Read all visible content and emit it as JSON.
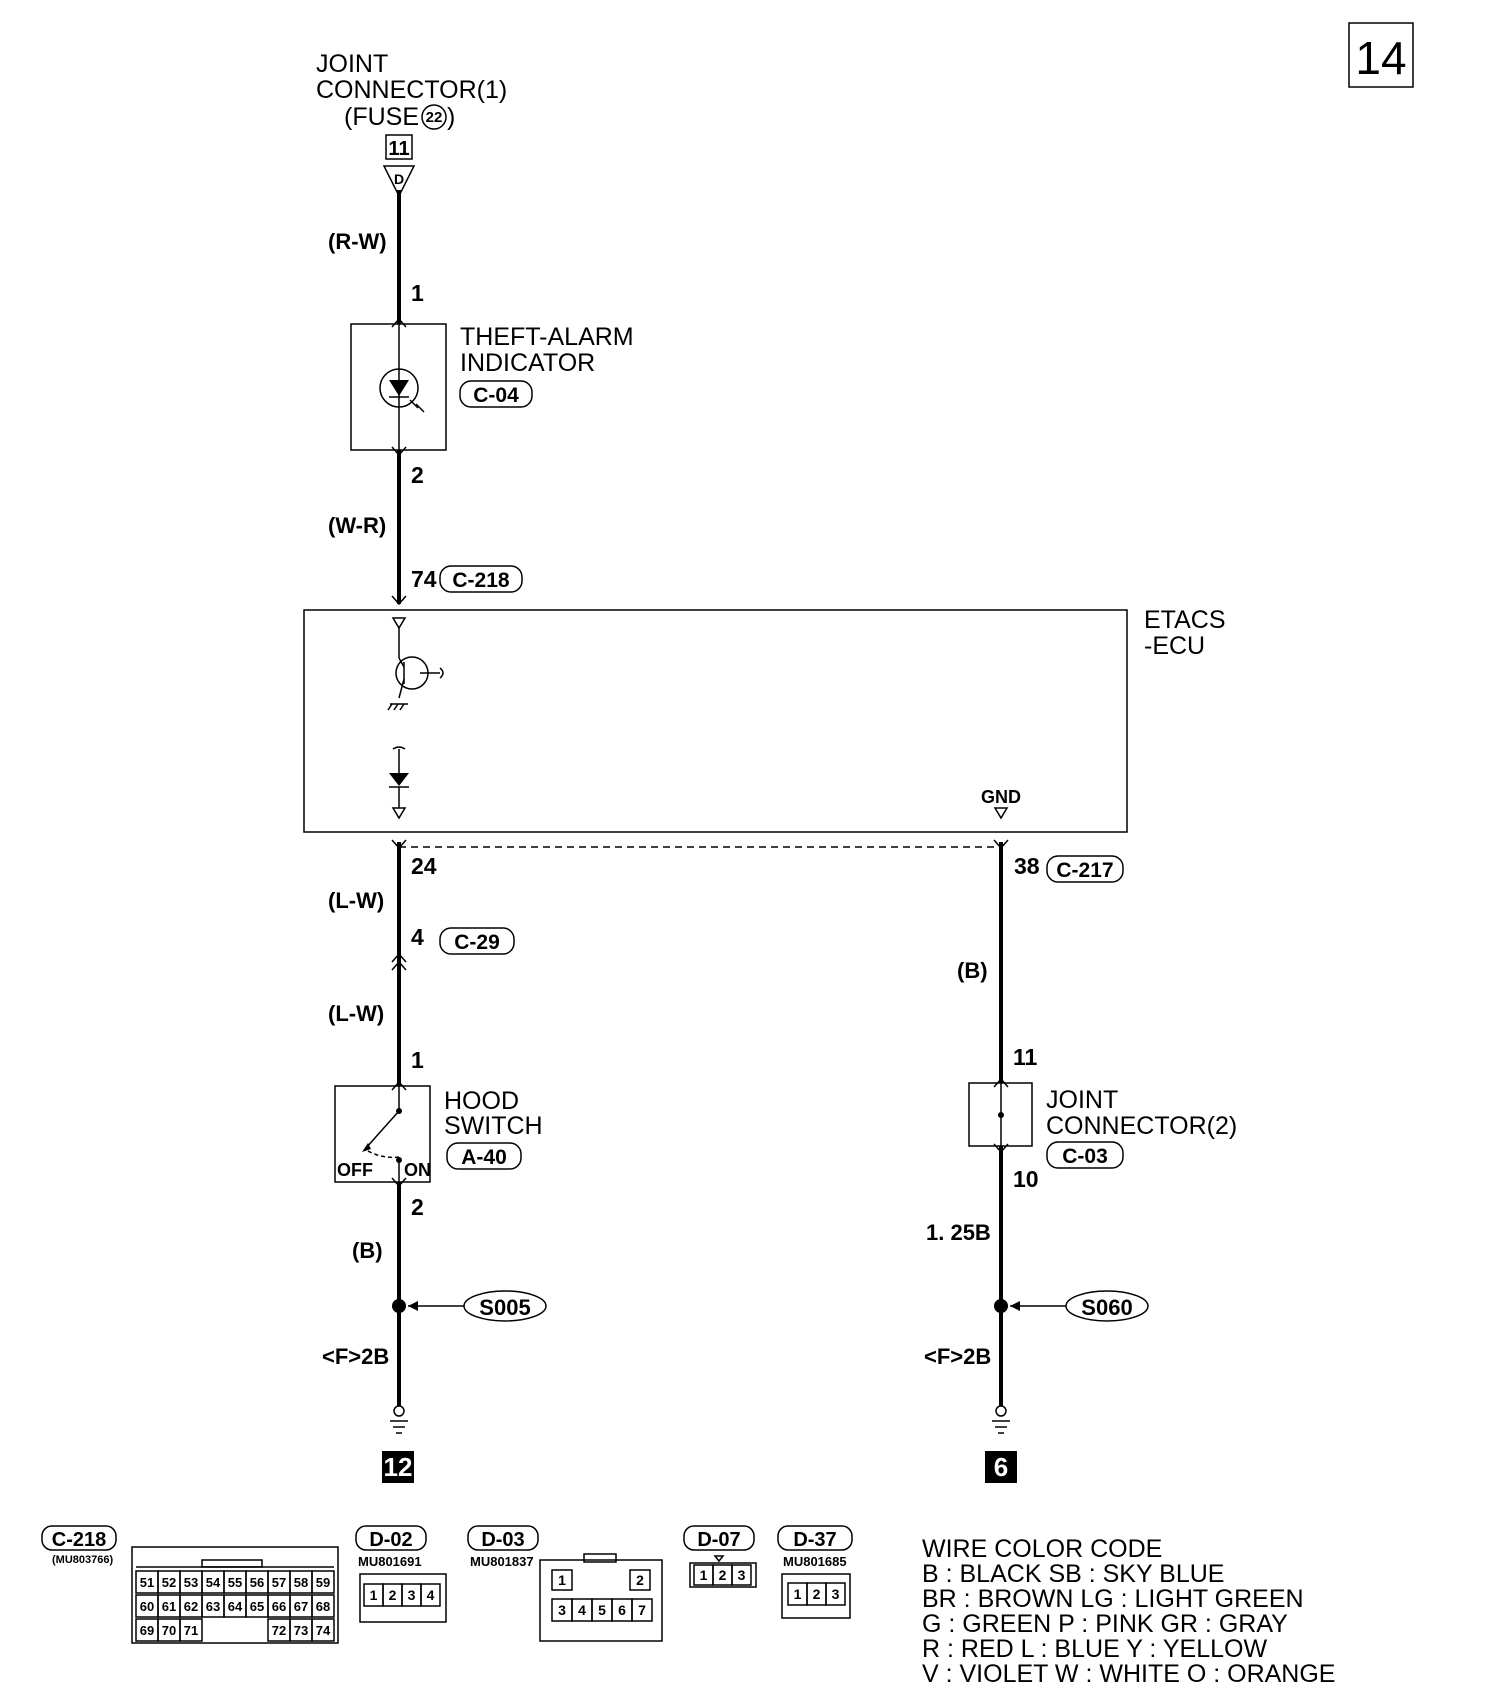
{
  "page_number": "14",
  "joint_connector_1": {
    "line1": "JOINT",
    "line2": "CONNECTOR(1)",
    "fuse_prefix": "(FUSE",
    "fuse_number": "22",
    "fuse_suffix": ")",
    "pin": "11",
    "conn_letter": "D"
  },
  "wire_rw": "(R-W)",
  "theft_alarm": {
    "line1": "THEFT-ALARM",
    "line2": "INDICATOR",
    "connector": "C-04",
    "pin_top": "1",
    "pin_bottom": "2"
  },
  "wire_wr": "(W-R)",
  "etacs": {
    "line1": "ETACS",
    "line2": "-ECU",
    "pin_in": "74",
    "connector_in": "C-218",
    "gnd_label": "GND",
    "pin_left": "24",
    "pin_right": "38",
    "connector_right": "C-217"
  },
  "wire_lw_1": "(L-W)",
  "c29": {
    "pin": "4",
    "connector": "C-29"
  },
  "wire_lw_2": "(L-W)",
  "hood_switch": {
    "line1": "HOOD",
    "line2": "SWITCH",
    "connector": "A-40",
    "off": "OFF",
    "on": "ON",
    "pin_top": "1",
    "pin_bottom": "2"
  },
  "wire_b_left": "(B)",
  "splice_left": "S005",
  "wire_f2b_left": "<F>2B",
  "ground_left": "12",
  "wire_b_right": "(B)",
  "joint_connector_2": {
    "line1": "JOINT",
    "line2": "CONNECTOR(2)",
    "connector": "C-03",
    "pin_top": "11",
    "pin_bottom": "10"
  },
  "wire_125b": "1. 25B",
  "splice_right": "S060",
  "wire_f2b_right": "<F>2B",
  "ground_right": "6",
  "connectors": {
    "c218": {
      "label": "C-218",
      "part": "(MU803766)",
      "row1": [
        "51",
        "52",
        "53",
        "54",
        "55",
        "56",
        "57",
        "58",
        "59"
      ],
      "row2": [
        "60",
        "61",
        "62",
        "63",
        "64",
        "65",
        "66",
        "67",
        "68"
      ],
      "row3a": [
        "69",
        "70",
        "71"
      ],
      "row3b": [
        "72",
        "73",
        "74"
      ]
    },
    "d02": {
      "label": "D-02",
      "part": "MU801691",
      "pins": [
        "1",
        "2",
        "3",
        "4"
      ]
    },
    "d03": {
      "label": "D-03",
      "part": "MU801837",
      "row1": [
        "1",
        "2"
      ],
      "row2": [
        "3",
        "4",
        "5",
        "6",
        "7"
      ]
    },
    "d07": {
      "label": "D-07",
      "pins": [
        "1",
        "2",
        "3"
      ]
    },
    "d37": {
      "label": "D-37",
      "part": "MU801685",
      "pins": [
        "1",
        "2",
        "3"
      ]
    }
  },
  "color_code": {
    "title": "WIRE COLOR CODE",
    "lines": [
      "B : BLACK     SB : SKY BLUE",
      "BR : BROWN     LG : LIGHT GREEN",
      "G : GREEN P : PINK     GR : GRAY",
      "R : RED     L : BLUE     Y : YELLOW",
      "V : VIOLET     W : WHITE     O : ORANGE"
    ]
  }
}
